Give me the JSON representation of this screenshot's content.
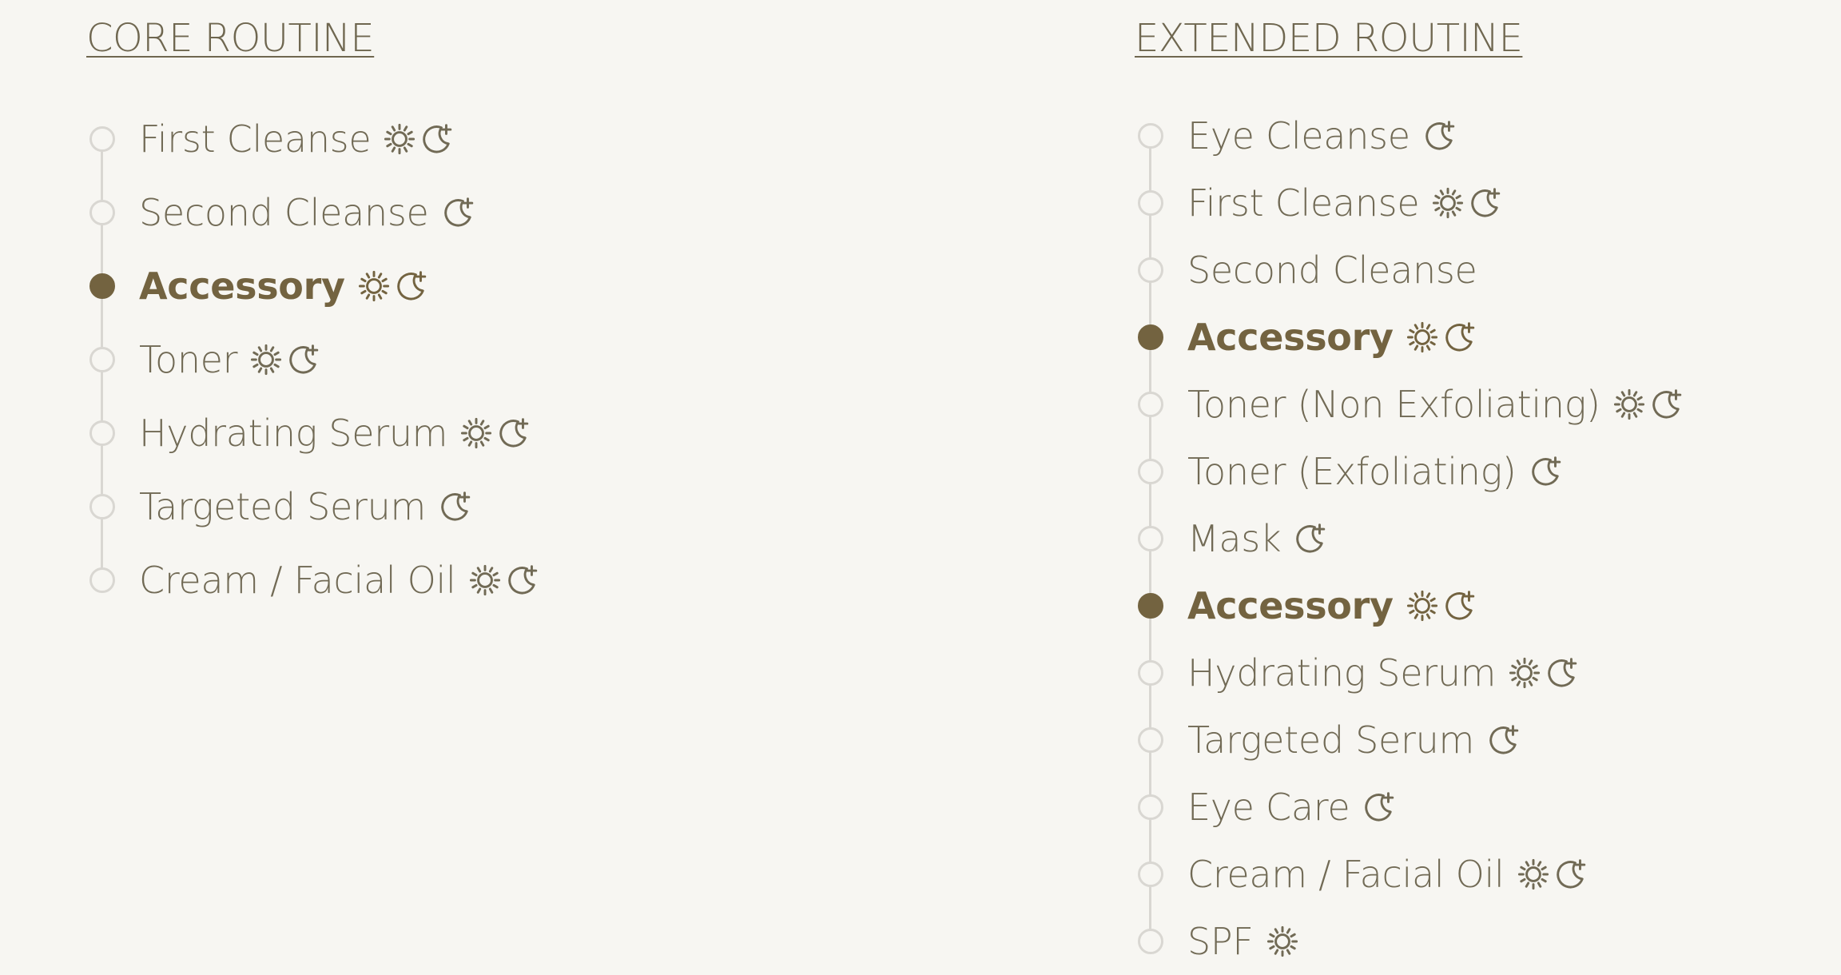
{
  "core": {
    "title": "CORE ROUTINE",
    "steps": [
      {
        "label": "First Cleanse",
        "active": false,
        "icons": [
          "sun-icon",
          "moon-icon"
        ]
      },
      {
        "label": "Second Cleanse",
        "active": false,
        "icons": [
          "moon-icon"
        ]
      },
      {
        "label": "Accessory",
        "active": true,
        "icons": [
          "sun-icon",
          "moon-icon"
        ]
      },
      {
        "label": "Toner",
        "active": false,
        "icons": [
          "sun-icon",
          "moon-icon"
        ]
      },
      {
        "label": "Hydrating Serum",
        "active": false,
        "icons": [
          "sun-icon",
          "moon-icon"
        ]
      },
      {
        "label": "Targeted Serum",
        "active": false,
        "icons": [
          "moon-icon"
        ]
      },
      {
        "label": "Cream / Facial Oil",
        "active": false,
        "icons": [
          "sun-icon",
          "moon-icon"
        ]
      }
    ]
  },
  "extended": {
    "title": "EXTENDED ROUTINE",
    "steps": [
      {
        "label": "Eye Cleanse",
        "active": false,
        "icons": [
          "moon-icon"
        ]
      },
      {
        "label": "First Cleanse",
        "active": false,
        "icons": [
          "sun-icon",
          "moon-icon"
        ]
      },
      {
        "label": "Second Cleanse",
        "active": false,
        "icons": []
      },
      {
        "label": "Accessory",
        "active": true,
        "icons": [
          "sun-icon",
          "moon-icon"
        ]
      },
      {
        "label": "Toner (Non Exfoliating)",
        "active": false,
        "icons": [
          "sun-icon",
          "moon-icon"
        ]
      },
      {
        "label": "Toner (Exfoliating)",
        "active": false,
        "icons": [
          "moon-icon"
        ]
      },
      {
        "label": "Mask",
        "active": false,
        "icons": [
          "moon-icon"
        ]
      },
      {
        "label": "Accessory",
        "active": true,
        "icons": [
          "sun-icon",
          "moon-icon"
        ]
      },
      {
        "label": "Hydrating Serum",
        "active": false,
        "icons": [
          "sun-icon",
          "moon-icon"
        ]
      },
      {
        "label": "Targeted Serum",
        "active": false,
        "icons": [
          "moon-icon"
        ]
      },
      {
        "label": "Eye Care",
        "active": false,
        "icons": [
          "moon-icon"
        ]
      },
      {
        "label": "Cream / Facial  Oil",
        "active": false,
        "icons": [
          "sun-icon",
          "moon-icon"
        ]
      },
      {
        "label": "SPF",
        "active": false,
        "icons": [
          "sun-icon"
        ]
      }
    ]
  },
  "colors": {
    "background": "#f7f6f2",
    "text": "#716a55",
    "accent": "#736340",
    "track": "#d9d7d2"
  }
}
